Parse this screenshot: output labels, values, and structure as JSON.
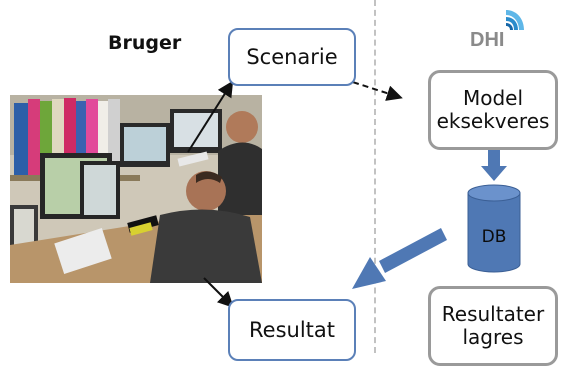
{
  "user_label": "Bruger",
  "logo_text": "DHI",
  "boxes": {
    "scenarie": "Scenarie",
    "resultat": "Resultat",
    "model_line1": "Model",
    "model_line2": "eksekveres",
    "lagres_line1": "Resultater",
    "lagres_line2": "lagres"
  },
  "db_label": "DB",
  "colors": {
    "accent_blue": "#5b80b8",
    "gray_border": "#9a9a9a",
    "db_fill": "#4f78b4"
  }
}
